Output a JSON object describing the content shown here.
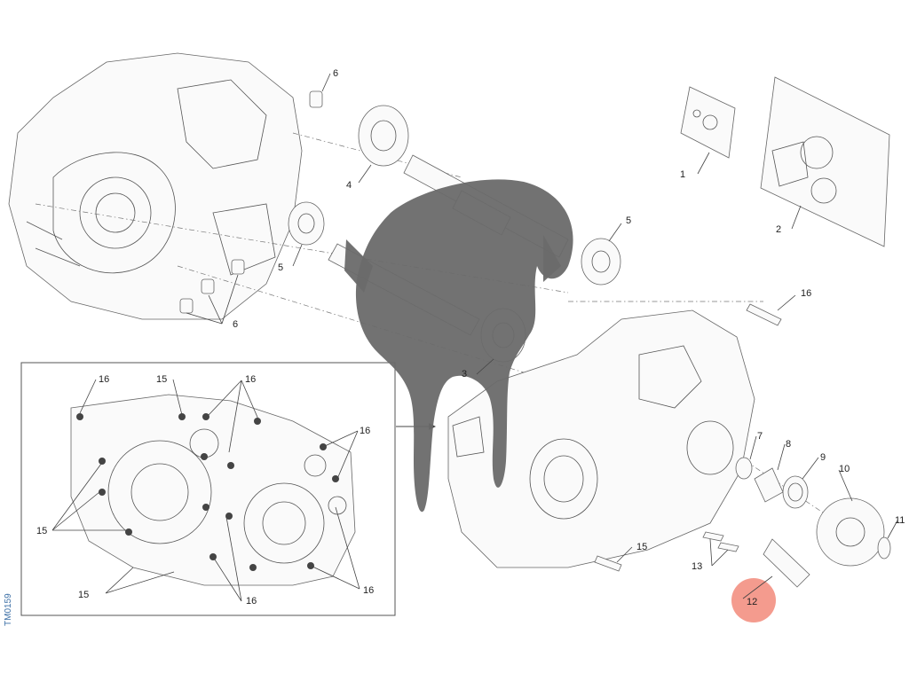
{
  "side_code": "TM0159",
  "callouts": {
    "c1": "1",
    "c2": "2",
    "c3": "3",
    "c4": "4",
    "c5a": "5",
    "c5b": "5",
    "c6a": "6",
    "c6b": "6",
    "c7": "7",
    "c8": "8",
    "c9": "9",
    "c10": "10",
    "c11": "11",
    "c12": "12",
    "c13": "13",
    "c15a": "15",
    "c16a": "16",
    "i16a": "16",
    "i15a": "15",
    "i16b": "16",
    "i16c": "16",
    "i15b": "15",
    "i15c": "15",
    "i16d": "16",
    "i16e": "16"
  },
  "highlight_color": "#f28a7a",
  "watermark_color": "#6a6a6a"
}
